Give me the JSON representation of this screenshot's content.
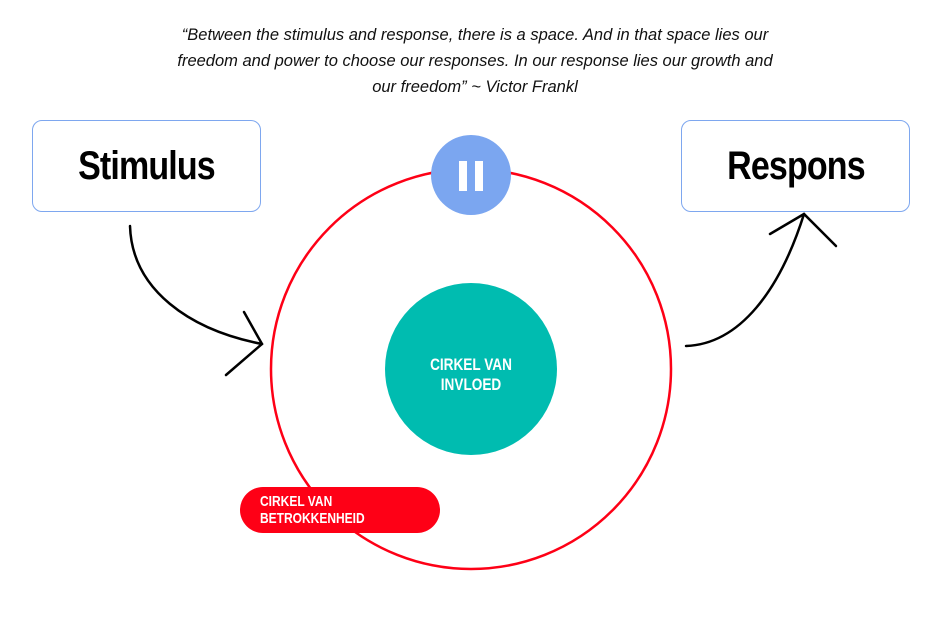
{
  "quote": "“Between the stimulus and response, there is a space. And in that space lies our freedom and power to choose our responses. In our response lies our growth and our freedom” ~ Victor Frankl",
  "stimulus_label": "Stimulus",
  "response_label": "Respons",
  "inner_circle_label": "CIRKEL VAN INVLOED",
  "outer_circle_label": "CIRKEL VAN BETROKKENHEID",
  "icons": {
    "pause": "pause-icon"
  },
  "colors": {
    "outer_circle": "#fe0016",
    "inner_circle": "#00bcb0",
    "pause_circle": "#7ba6f0",
    "box_border": "#7ea7ef"
  }
}
